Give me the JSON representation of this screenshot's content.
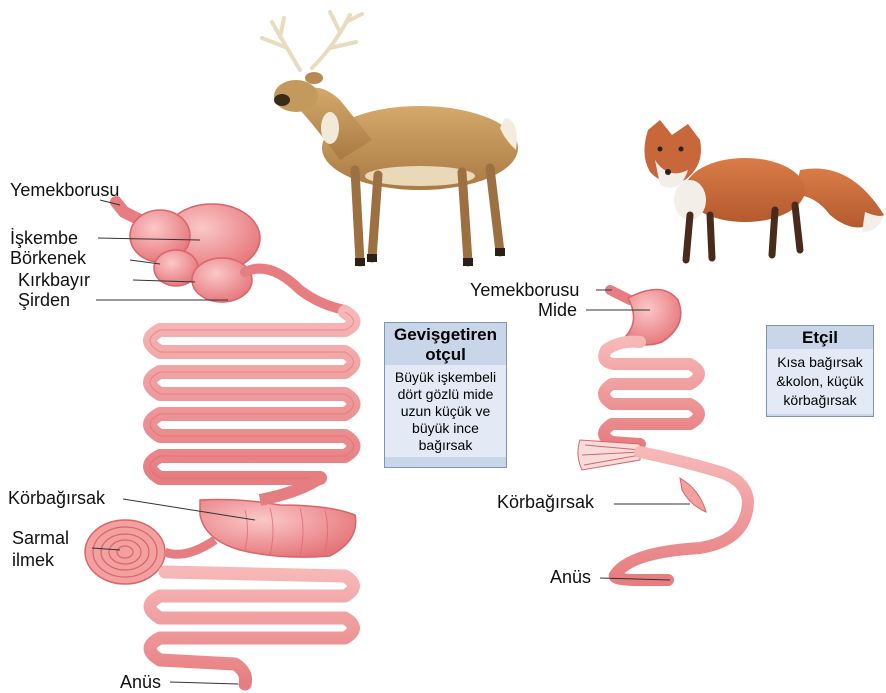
{
  "herbivore": {
    "labels": {
      "esophagus": "Yemekborusu",
      "rumen": "İşkembe",
      "reticulum": "Börkenek",
      "omasum": "Kırkbayır",
      "abomasum": "Şirden",
      "cecum": "Körbağırsak",
      "spiral_colon_line1": "Sarmal",
      "spiral_colon_line2": "ilmek",
      "anus": "Anüs"
    },
    "box": {
      "title_line1": "Gevişgetiren",
      "title_line2": "otçul",
      "desc_line1": "Büyük işkembeli",
      "desc_line2": "dört gözlü mide",
      "desc_line3": "uzun küçük ve",
      "desc_line4": "büyük ince",
      "desc_line5": "bağırsak"
    }
  },
  "carnivore": {
    "labels": {
      "esophagus": "Yemekborusu",
      "stomach": "Mide",
      "cecum": "Körbağırsak",
      "anus": "Anüs"
    },
    "box": {
      "title": "Etçil",
      "desc_line1": "Kısa bağırsak",
      "desc_line2": "&kolon, küçük",
      "desc_line3": "körbağırsak"
    }
  },
  "colors": {
    "intestine_fill": "#f2a0a0",
    "intestine_edge": "#d9646a",
    "box_header": "#c9d6ea",
    "box_body": "#e3eaf5",
    "deer_fur": "#c49a5c",
    "fox_fur": "#c8673a"
  }
}
